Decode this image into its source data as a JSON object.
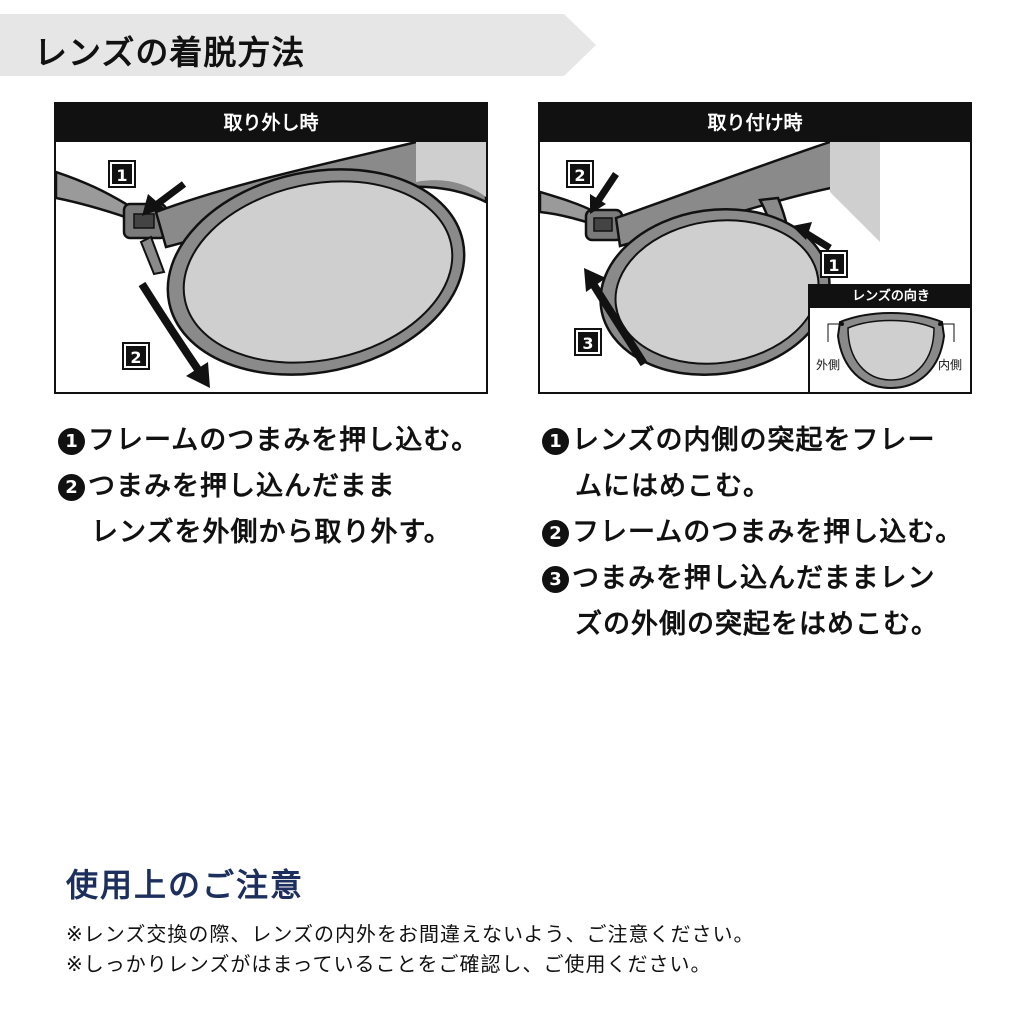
{
  "title": "レンズの着脱方法",
  "removal": {
    "header": "取り外し時",
    "badge_1": "1",
    "badge_2": "2",
    "steps": [
      {
        "num": "1",
        "text": "フレームのつまみを押し込む。"
      },
      {
        "num": "2",
        "text": "つまみを押し込んだまま",
        "cont": "レンズを外側から取り外す。"
      }
    ]
  },
  "attach": {
    "header": "取り付け時",
    "badge_1": "1",
    "badge_2": "2",
    "badge_3": "3",
    "inset": {
      "header": "レンズの向き",
      "outer_label": "外側",
      "inner_label": "内側"
    },
    "steps": [
      {
        "num": "1",
        "text": "レンズの内側の突起をフレー",
        "cont": "ムにはめこむ。"
      },
      {
        "num": "2",
        "text": "フレームのつまみを押し込む。"
      },
      {
        "num": "3",
        "text": "つまみを押し込んだままレン",
        "cont": "ズの外側の突起をはめこむ。"
      }
    ]
  },
  "notice": {
    "title": "使用上のご注意",
    "lines": [
      "※レンズ交換の際、レンズの内外をお間違えないよう、ご注意ください。",
      "※しっかりレンズがはまっていることをご確認し、ご使用ください。"
    ]
  },
  "colors": {
    "banner": "#e6e6e6",
    "panel_header": "#111111",
    "notice_title": "#1d2f5c",
    "lens": "#cfcfcf",
    "frame": "#8a8a8a"
  }
}
